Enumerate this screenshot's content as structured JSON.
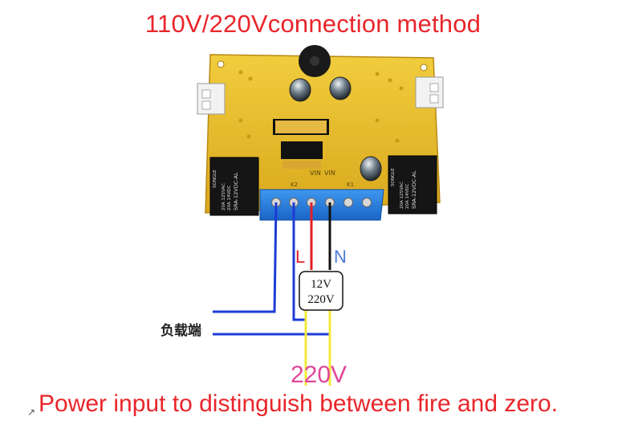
{
  "title": "110V/220Vconnection method",
  "board": {
    "relay_left_text": [
      "SRA-12VDC-AL",
      "20A 14VDC",
      "20A 125VAC",
      "SONGLE"
    ],
    "relay_right_text": [
      "SRA-12VDC-AL",
      "20A 14VDC",
      "20A 125VAC",
      "SONGLE"
    ],
    "pcb_marks": [
      "VIN",
      "VIN",
      "K2",
      "K1"
    ]
  },
  "wires": {
    "line_label": "L",
    "neutral_label": "N",
    "selector_top": "12V",
    "selector_bottom": "220V"
  },
  "load_label": "负载端",
  "voltage_label": "220V",
  "bottom_note": "Power input to distinguish between fire and zero.",
  "colors": {
    "title_red": "#e8262b",
    "voltage_pink": "#e0479a",
    "wire_blue": "#1d3bd6",
    "wire_red": "#e21f26",
    "wire_black": "#111111",
    "wire_yellow": "#f4e93b",
    "pcb_yellow": "#e9c12b",
    "terminal_blue": "#1f7ee0",
    "n_label_blue": "#4b7bdc"
  }
}
